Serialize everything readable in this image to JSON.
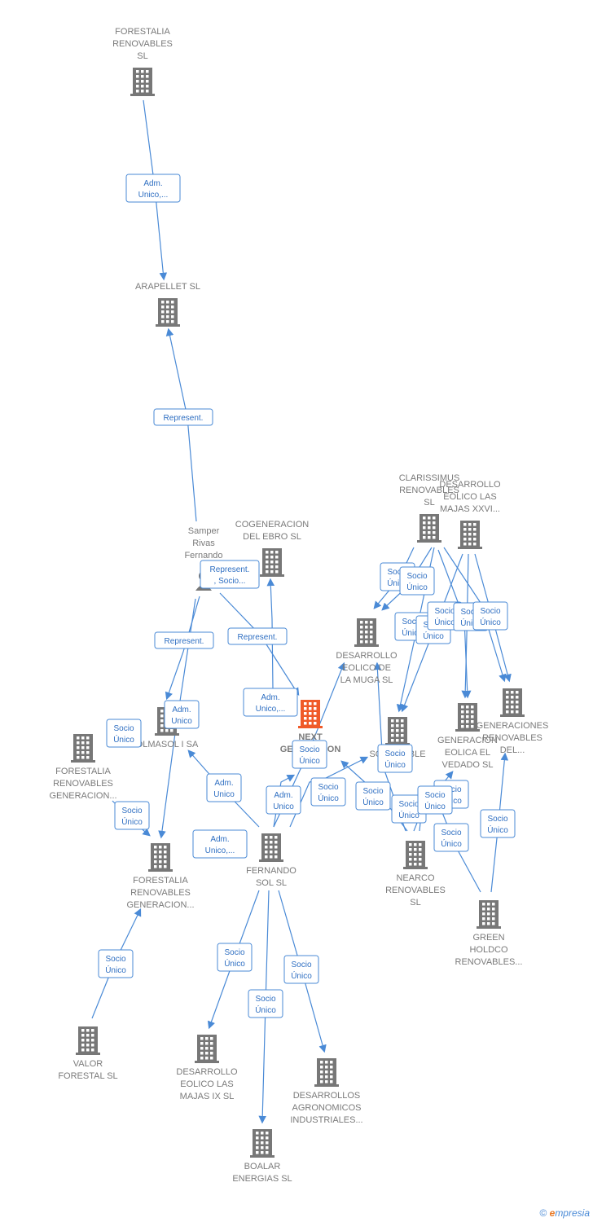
{
  "nodes": [
    {
      "id": "forestalia_sl",
      "lines": [
        "FORESTALIA",
        "RENOVABLES",
        "SL"
      ],
      "color": "#777777",
      "type": "company"
    },
    {
      "id": "arapellet",
      "lines": [
        "ARAPELLET  SL"
      ],
      "color": "#777777",
      "type": "company"
    },
    {
      "id": "samper",
      "lines": [
        "Samper",
        "Rivas",
        "Fernando"
      ],
      "color": "#777777",
      "type": "person"
    },
    {
      "id": "cogeneracion",
      "lines": [
        "COGENERACION",
        "DEL EBRO  SL"
      ],
      "color": "#777777",
      "type": "company"
    },
    {
      "id": "clarissimus",
      "lines": [
        "CLARISSIMUS",
        "RENOVABLES",
        "SL"
      ],
      "color": "#777777",
      "type": "company"
    },
    {
      "id": "desarrollo_xxvi",
      "lines": [
        "DESARROLLO",
        "EOLICO LAS",
        "MAJAS XXVI..."
      ],
      "color": "#777777",
      "type": "company"
    },
    {
      "id": "desarrollo_muga",
      "lines": [
        "DESARROLLO",
        "EOLICO DE",
        "LA MUGA SL"
      ],
      "color": "#777777",
      "type": "company"
    },
    {
      "id": "next",
      "lines": [
        "NEXT",
        "GENERACION",
        "EN..."
      ],
      "color": "#f05a28",
      "type": "company",
      "focus": true
    },
    {
      "id": "olmasol",
      "lines": [
        "OLMASOL I SA"
      ],
      "color": "#777777",
      "type": "company"
    },
    {
      "id": "forestalia_gen1",
      "lines": [
        "FORESTALIA",
        "RENOVABLES",
        "GENERACION..."
      ],
      "color": "#777777",
      "type": "company"
    },
    {
      "id": "sostenible",
      "lines": [
        "SOSTENIBLE",
        "DEL..."
      ],
      "color": "#777777",
      "type": "company"
    },
    {
      "id": "vedado",
      "lines": [
        "GENERACION",
        "EOLICA EL",
        "VEDADO SL"
      ],
      "color": "#777777",
      "type": "company"
    },
    {
      "id": "generaciones",
      "lines": [
        "GENERACIONES",
        "RENOVABLES",
        "DEL..."
      ],
      "color": "#777777",
      "type": "company"
    },
    {
      "id": "forestalia_gen2",
      "lines": [
        "FORESTALIA",
        "RENOVABLES",
        "GENERACION..."
      ],
      "color": "#777777",
      "type": "company"
    },
    {
      "id": "fernando",
      "lines": [
        "FERNANDO",
        "SOL SL"
      ],
      "color": "#777777",
      "type": "company"
    },
    {
      "id": "nearco",
      "lines": [
        "NEARCO",
        "RENOVABLES",
        "SL"
      ],
      "color": "#777777",
      "type": "company"
    },
    {
      "id": "green",
      "lines": [
        "GREEN",
        "HOLDCO",
        "RENOVABLES..."
      ],
      "color": "#777777",
      "type": "company"
    },
    {
      "id": "valor",
      "lines": [
        "VALOR",
        "FORESTAL SL"
      ],
      "color": "#777777",
      "type": "company"
    },
    {
      "id": "majas_ix",
      "lines": [
        "DESARROLLO",
        "EOLICO LAS",
        "MAJAS IX  SL"
      ],
      "color": "#777777",
      "type": "company"
    },
    {
      "id": "agronomicos",
      "lines": [
        "DESARROLLOS",
        "AGRONOMICOS",
        "INDUSTRIALES..."
      ],
      "color": "#777777",
      "type": "company"
    },
    {
      "id": "boalar",
      "lines": [
        "BOALAR",
        "ENERGIAS  SL"
      ],
      "color": "#777777",
      "type": "company"
    }
  ],
  "relations": [
    {
      "id": "r1",
      "lines": [
        "Adm.",
        "Unico,..."
      ]
    },
    {
      "id": "r2",
      "lines": [
        "Represent."
      ]
    },
    {
      "id": "r3",
      "lines": [
        "Represent.",
        ", Socio..."
      ]
    },
    {
      "id": "r4",
      "lines": [
        "Represent."
      ]
    },
    {
      "id": "r5",
      "lines": [
        "Represent."
      ]
    },
    {
      "id": "r6",
      "lines": [
        "Adm.",
        "Unico,..."
      ]
    },
    {
      "id": "r7",
      "lines": [
        "Adm.",
        "Unico"
      ]
    },
    {
      "id": "r8",
      "lines": [
        "Socio",
        "Único"
      ]
    },
    {
      "id": "r9",
      "lines": [
        "Socio",
        "Único"
      ]
    },
    {
      "id": "r10",
      "lines": [
        "Adm.",
        "Unico"
      ]
    },
    {
      "id": "r11",
      "lines": [
        "Adm.",
        "Unico,..."
      ]
    },
    {
      "id": "r12",
      "lines": [
        "Adm.",
        "Unico"
      ]
    },
    {
      "id": "r13",
      "lines": [
        "Socio",
        "Único"
      ]
    },
    {
      "id": "r14",
      "lines": [
        "Socio",
        "Único"
      ]
    },
    {
      "id": "r15",
      "lines": [
        "Socio",
        "Único"
      ]
    },
    {
      "id": "r16",
      "lines": [
        "Socio",
        "Único"
      ]
    },
    {
      "id": "r17",
      "lines": [
        "Socio",
        "Único"
      ]
    },
    {
      "id": "r18",
      "lines": [
        "Socio",
        "Único"
      ]
    },
    {
      "id": "r19",
      "lines": [
        "Socio",
        "Único"
      ]
    },
    {
      "id": "r20",
      "lines": [
        "Socio",
        "Único"
      ]
    },
    {
      "id": "r21",
      "lines": [
        "Socio",
        "Único"
      ]
    },
    {
      "id": "r22",
      "lines": [
        "Socio",
        "Único"
      ]
    },
    {
      "id": "r23",
      "lines": [
        "Socio",
        "Único"
      ]
    },
    {
      "id": "r24",
      "lines": [
        "Socio",
        "Único"
      ]
    },
    {
      "id": "r25",
      "lines": [
        "Socio",
        "Único"
      ]
    },
    {
      "id": "r26",
      "lines": [
        "Socio",
        "Único"
      ]
    },
    {
      "id": "r27",
      "lines": [
        "Socio",
        "Único"
      ]
    },
    {
      "id": "r28",
      "lines": [
        "Socio",
        "Único"
      ]
    },
    {
      "id": "r29",
      "lines": [
        "Socio",
        "Único"
      ]
    },
    {
      "id": "r30",
      "lines": [
        "Socio",
        "Único"
      ]
    },
    {
      "id": "r31",
      "lines": [
        "Socio",
        "Único"
      ]
    },
    {
      "id": "r32",
      "lines": [
        "Socio",
        "Único"
      ]
    }
  ],
  "colors": {
    "edge": "#4a8ad6",
    "label": "#7a7a7a",
    "focus": "#f05a28",
    "box_text": "#2f6fc2"
  },
  "icons": {
    "company": "building-icon",
    "person": "person-icon"
  },
  "brand": {
    "copyright": "©",
    "name_initial": "e",
    "name_rest": "mpresia"
  }
}
